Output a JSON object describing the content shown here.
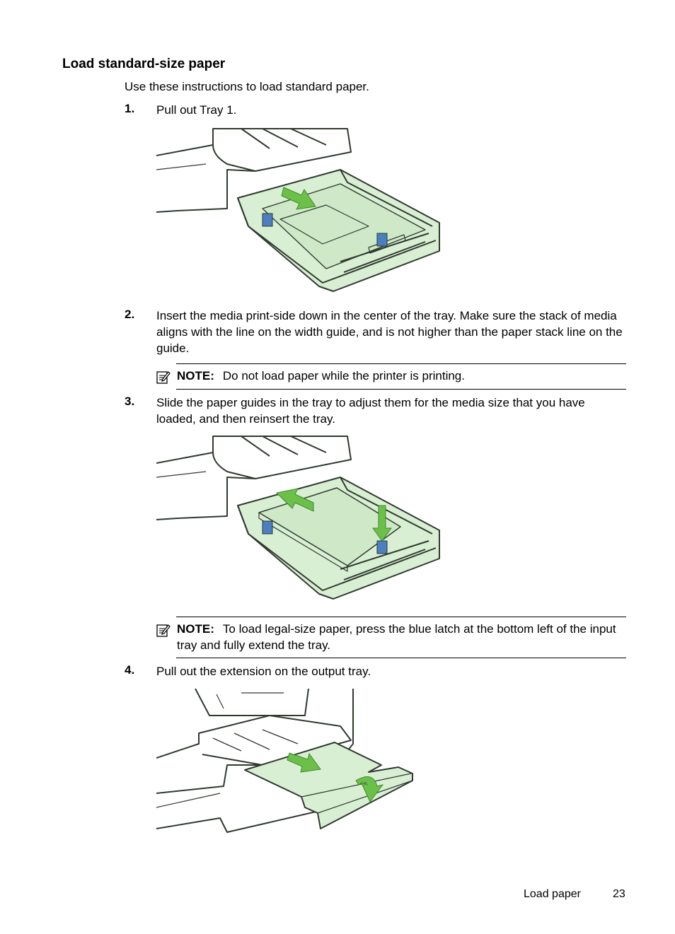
{
  "section_title": "Load standard-size paper",
  "intro": "Use these instructions to load standard paper.",
  "steps": [
    {
      "number": "1.",
      "text": "Pull out Tray 1."
    },
    {
      "number": "2.",
      "text": "Insert the media print-side down in the center of the tray. Make sure the stack of media aligns with the line on the width guide, and is not higher than the paper stack line on the guide."
    },
    {
      "number": "3.",
      "text": "Slide the paper guides in the tray to adjust them for the media size that you have loaded, and then reinsert the tray."
    },
    {
      "number": "4.",
      "text": "Pull out the extension on the output tray."
    }
  ],
  "notes": [
    {
      "label": "NOTE:",
      "text": "Do not load paper while the printer is printing."
    },
    {
      "label": "NOTE:",
      "text": "To load legal-size paper, press the blue latch at the bottom left of the input tray and fully extend the tray."
    }
  ],
  "footer": {
    "section": "Load paper",
    "page": "23"
  },
  "colors": {
    "tray_fill": "#d9efd4",
    "tray_stroke": "#2f3a2f",
    "arrow": "#6cc04a",
    "latch": "#4a7fc0"
  }
}
